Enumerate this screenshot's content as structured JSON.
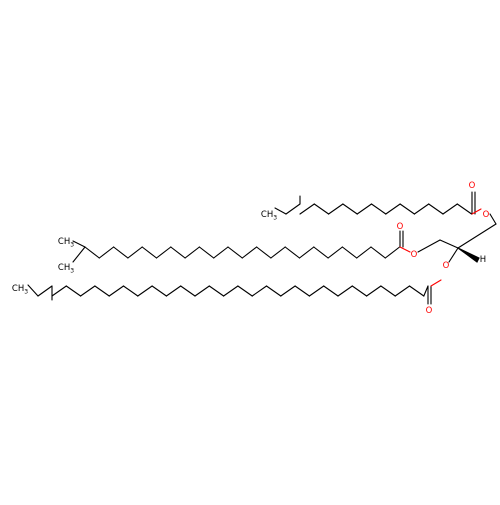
{
  "molecule": {
    "atom_labels": {
      "ester1_carbonyl_O": "O",
      "ester1_ether_O": "O",
      "ester2_carbonyl_O": "O",
      "ester2_ether_O": "O",
      "ester3_carbonyl_O": "O",
      "ester3_ether_O": "O",
      "stereo_H": "H",
      "methyl_a": "CH3",
      "methyl_b": "CH3",
      "methyl_c": "CH3",
      "methyl_d": "CH3"
    },
    "colors": {
      "bond": "#000000",
      "oxygen": "#ff0000",
      "carbon_label": "#000000"
    }
  }
}
